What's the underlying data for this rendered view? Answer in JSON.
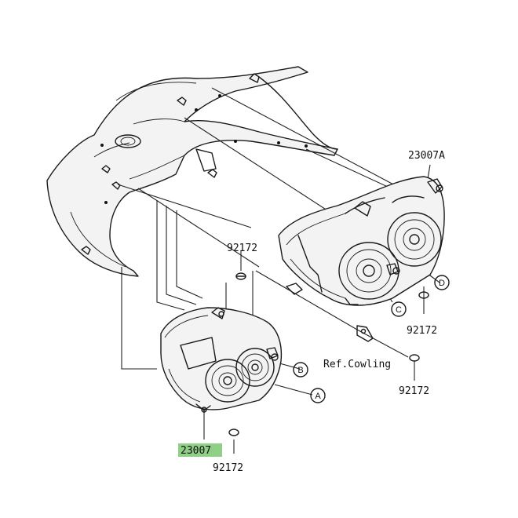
{
  "labels": {
    "headlight_right_part": "23007A",
    "headlight_left_part": "23007",
    "screw_top": "92172",
    "screw_mid": "92172",
    "screw_right": "92172",
    "screw_bottom": "92172",
    "ref_cowling": "Ref.Cowling"
  },
  "callouts": {
    "a": "A",
    "b": "B",
    "c": "C",
    "d": "D"
  },
  "colors": {
    "highlight": "#8fcf86",
    "line": "#1a1a1a"
  }
}
